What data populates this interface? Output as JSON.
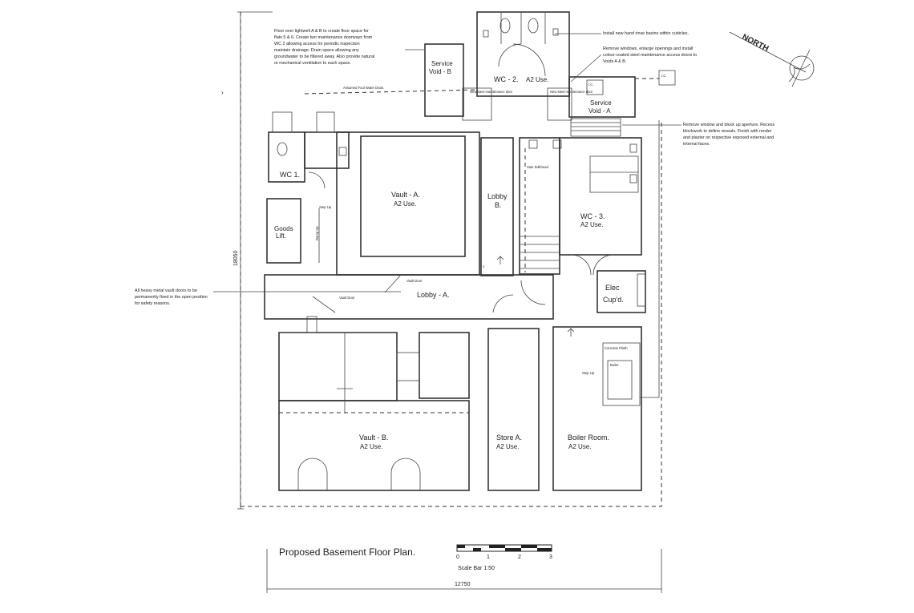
{
  "title": "Proposed Basement Floor Plan.",
  "scale": {
    "label": "Scale Bar 1:50",
    "ticks": [
      "0",
      "1",
      "2",
      "3"
    ]
  },
  "dimensions": {
    "width": "12750",
    "height": "18050"
  },
  "north": "NORTH",
  "rooms": {
    "vault_a": {
      "name": "Vault - A.",
      "use": "A2 Use."
    },
    "vault_b": {
      "name": "Vault - B.",
      "use": "A2 Use."
    },
    "lobby_a": {
      "name": "Lobby - A."
    },
    "lobby_b": {
      "name": "Lobby",
      "sub": "B."
    },
    "wc1": {
      "name": "WC 1."
    },
    "wc2": {
      "name": "WC - 2.",
      "use": "A2 Use."
    },
    "wc3": {
      "name": "WC - 3.",
      "use": "A2 Use."
    },
    "goods_lift": {
      "name": "Goods",
      "sub": "Lift."
    },
    "service_void_a": {
      "name": "Service",
      "sub": "Void - A"
    },
    "service_void_b": {
      "name": "Service",
      "sub": "Void - B"
    },
    "elec": {
      "name": "Elec",
      "sub": "Cup'd."
    },
    "store_a": {
      "name": "Store A.",
      "use": "A2 Use."
    },
    "boiler": {
      "name": "Boiler Room.",
      "use": "A2 Use."
    }
  },
  "notes": {
    "lightwell": [
      "Floor over lightwell A & B to create floor space for",
      "flats 5 & 6. Create two maintenance doorways from",
      "WC 2 allowing access for periodic inspection",
      "maintain drainage. Drain space allowing any",
      "groundwater to be filtered away. Also provide natural",
      "or mechanical ventilation to each space."
    ],
    "basins": [
      "Install new hand rinse basins within cubicles."
    ],
    "windows": [
      "Remove windows, enlarge openings and install",
      "colour-coated steel maintenance access doors to",
      "Voids A & B."
    ],
    "aperture": [
      "Remove window and block up aperture. Recess",
      "blockwork to define reveals. Finish with render",
      "and plaster on respective exposed external and",
      "internal faces."
    ],
    "vault_doors": [
      "All heavy metal vault doors to be",
      "permanently fixed in the open position",
      "for safety reasons."
    ]
  },
  "small_labels": {
    "drain": "Assumed Foul Water Drain.",
    "ic": "I.C.",
    "new_door": "New steel maintenance door",
    "step_up": "Step Up",
    "ramp_up": "Ramp Up",
    "vault_door": "Vault Door",
    "stair_bulkhead": "Stair bulkhead",
    "concrete_plinth": "Concrete Plinth",
    "boiler": "Boiler"
  }
}
